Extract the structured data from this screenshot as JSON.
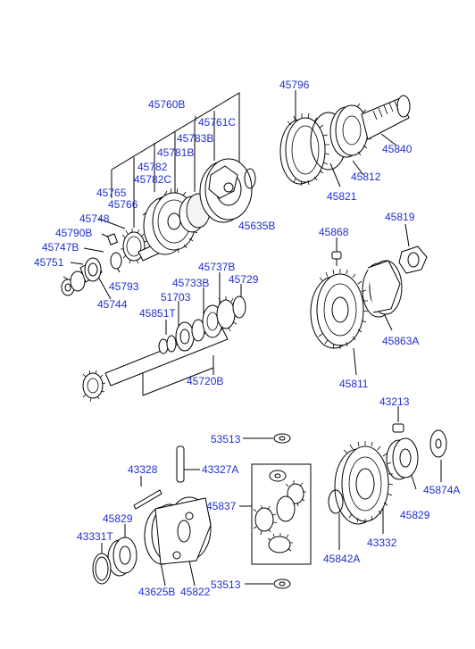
{
  "diagram": {
    "title": "",
    "label_color": "#1f2fd1",
    "labels": [
      "45760B",
      "45761C",
      "45783B",
      "45781B",
      "45782",
      "45782C",
      "45765",
      "45766",
      "45748",
      "45790B",
      "45747B",
      "45751",
      "45793",
      "45744",
      "45635B",
      "45796",
      "45840",
      "45812",
      "45821",
      "45819",
      "45868",
      "45863A",
      "45811",
      "45737B",
      "45729",
      "45733B",
      "51703",
      "45851T",
      "45720B",
      "43213",
      "53513",
      "43328",
      "43327A",
      "45874A",
      "45837",
      "45829",
      "43331T",
      "45829",
      "43332",
      "45842A",
      "43625B",
      "45822",
      "53513"
    ]
  }
}
